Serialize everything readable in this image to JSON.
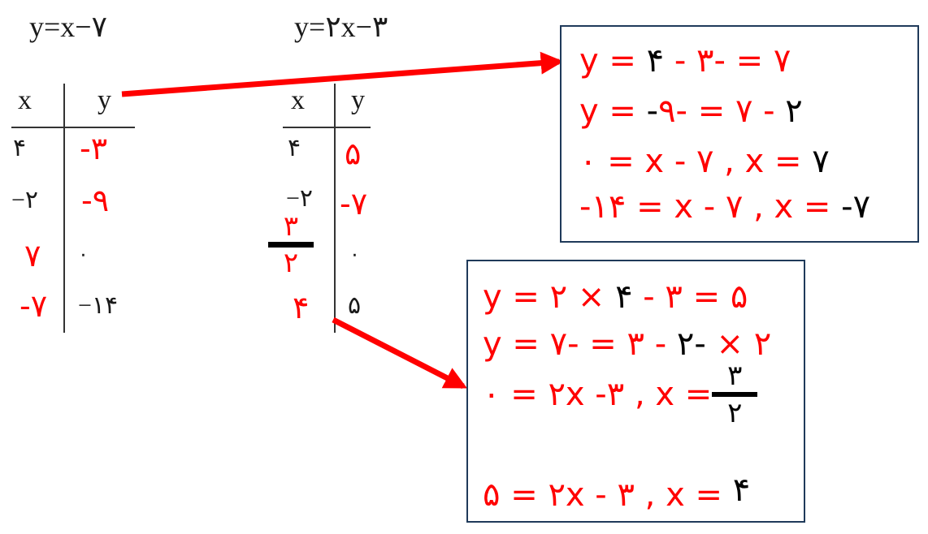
{
  "table1": {
    "equation": "y=x−٧",
    "header_x": "x",
    "header_y": "y",
    "rows": [
      {
        "x": "۴",
        "y": "-٣"
      },
      {
        "x": "−٢",
        "y": "-٩"
      },
      {
        "x": "٧",
        "y": "۰"
      },
      {
        "x": "-٧",
        "y": "−١۴"
      }
    ]
  },
  "table2": {
    "equation": "y=٢x−٣",
    "header_x": "x",
    "header_y": "y",
    "rows": [
      {
        "x": "۴",
        "y": "۵"
      },
      {
        "x": "−٢",
        "y": "-٧"
      },
      {
        "x_num": "٣",
        "x_den": "٢",
        "y": "۰"
      },
      {
        "x": "۴",
        "y": "۵"
      }
    ]
  },
  "box1": {
    "l1_a": "y = ",
    "l1_b": "۴",
    "l1_c": " - ٧ = -٣",
    "l2_a": "y = ",
    "l2_b": "-٢",
    "l2_c": " - ٧ = -٩",
    "l3_a": "۰ = x - ٧ , x = ",
    "l3_b": "٧",
    "l4_a": "-١۴ = x - ٧ , x = ",
    "l4_b": "-٧"
  },
  "box2": {
    "l1_a": "y = ٢ × ",
    "l1_b": "۴",
    "l1_c": " - ٣ = ۵",
    "l2_a": "y = ٢ × ",
    "l2_b": "-٢",
    "l2_c": " - ٣ = -٧",
    "l3_a": "۰ = ٢x -٣ , x =",
    "l3_num": "٣",
    "l3_den": "٢",
    "l4_a": "۵ = ٢x - ٣ , x = ",
    "l4_b": "۴"
  },
  "colors": {
    "answer": "#ff0000",
    "given": "#1a1a1a",
    "box_border": "#1f3a5a"
  }
}
